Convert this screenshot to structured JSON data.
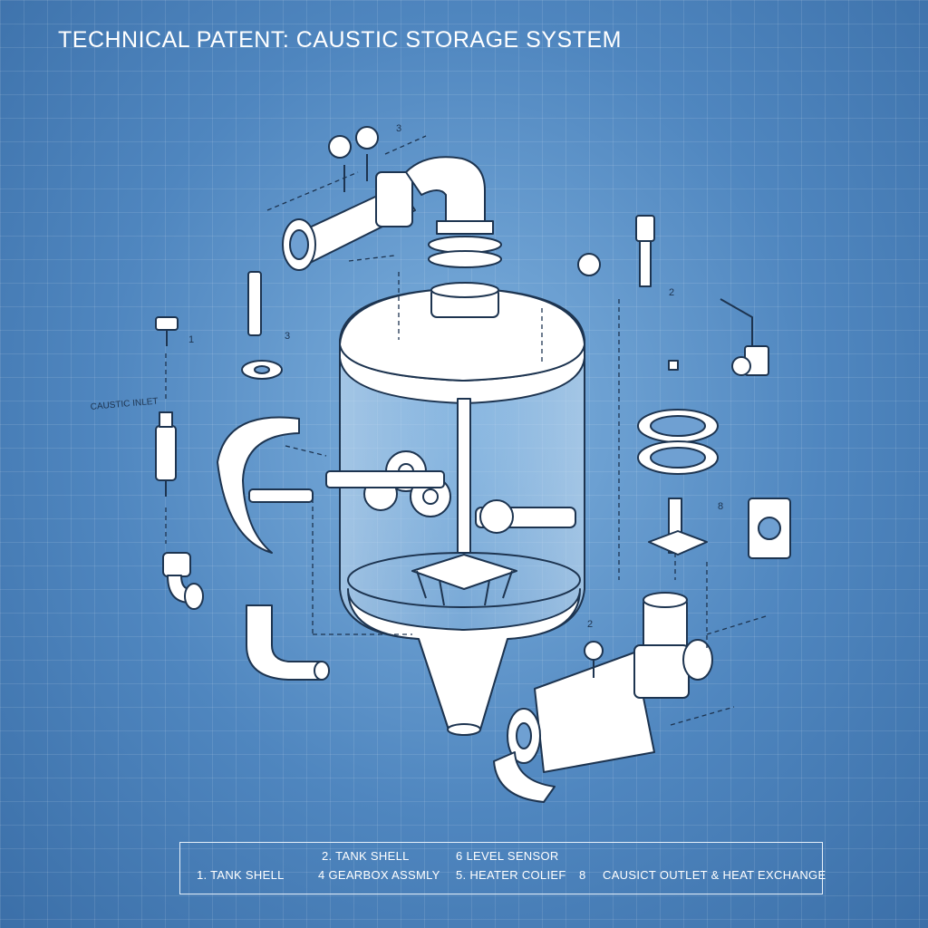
{
  "title": "TECHNICAL PATENT: CAUSTIC STORAGE SYSTEM",
  "annotations": {
    "caustic_inlet": "CAUSTIC INLET",
    "n_top": "3",
    "n_left_1": "1",
    "n_left_3": "3",
    "n_right_2": "2",
    "n_right_8": "8",
    "n_bottom_2": "2"
  },
  "legend": {
    "row1": [
      "2. TANK SHELL",
      "6 LEVEL SENSOR"
    ],
    "row2": [
      "1. TANK SHELL",
      "4 GEARBOX ASSMLY",
      "5. HEATER COLIEF",
      "8",
      "CAUSICT OUTLET & HEAT EXCHANGE"
    ]
  },
  "colors": {
    "background": "#4f86bf",
    "line": "#1d3450",
    "part_fill": "#ffffff"
  }
}
